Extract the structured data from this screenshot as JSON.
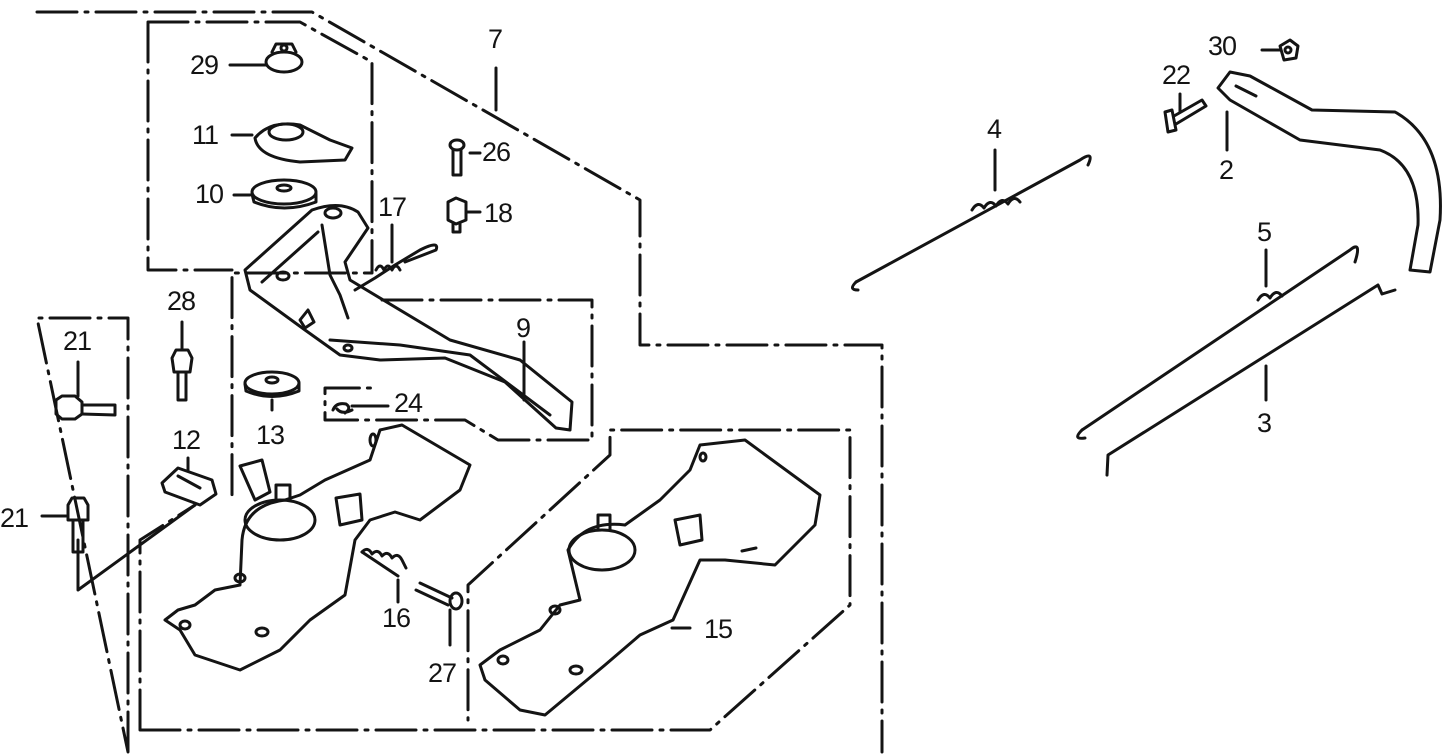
{
  "diagram": {
    "type": "exploded-parts-diagram",
    "ink_color": "#141414",
    "background_color": "#ffffff",
    "callouts": [
      {
        "id": "29",
        "part": "flange-nut"
      },
      {
        "id": "11",
        "part": "lever-plate"
      },
      {
        "id": "10",
        "part": "washer"
      },
      {
        "id": "17",
        "part": "small-spring"
      },
      {
        "id": "26",
        "part": "screw"
      },
      {
        "id": "18",
        "part": "collar-nut"
      },
      {
        "id": "7",
        "part": "control-assembly"
      },
      {
        "id": "9",
        "part": "control-lever-bracket"
      },
      {
        "id": "24",
        "part": "clip"
      },
      {
        "id": "28",
        "part": "flange-bolt"
      },
      {
        "id": "21a",
        "label": "21",
        "part": "hex-bolt"
      },
      {
        "id": "21b",
        "label": "21",
        "part": "hex-bolt"
      },
      {
        "id": "12",
        "part": "clip-nut"
      },
      {
        "id": "13",
        "part": "washer"
      },
      {
        "id": "16",
        "part": "compression-spring"
      },
      {
        "id": "27",
        "part": "adjusting-screw"
      },
      {
        "id": "15",
        "part": "control-base-plate"
      },
      {
        "id": "4",
        "part": "return-spring-rod"
      },
      {
        "id": "30",
        "part": "nut"
      },
      {
        "id": "22",
        "part": "bolt"
      },
      {
        "id": "2",
        "part": "arm-lever"
      },
      {
        "id": "5",
        "part": "governor-spring"
      },
      {
        "id": "3",
        "part": "rod"
      }
    ]
  }
}
